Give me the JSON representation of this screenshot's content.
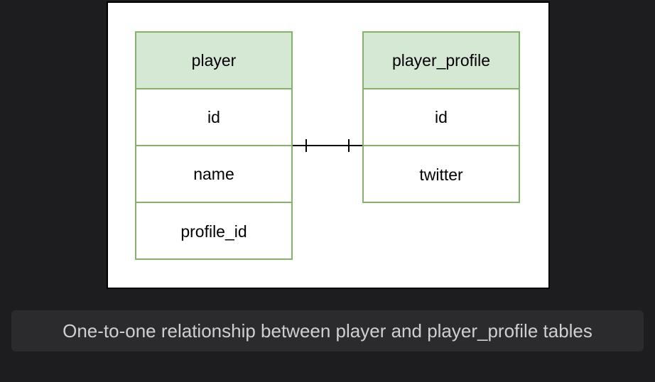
{
  "diagram": {
    "entities": [
      {
        "title": "player",
        "fields": [
          "id",
          "name",
          "profile_id"
        ]
      },
      {
        "title": "player_profile",
        "fields": [
          "id",
          "twitter"
        ]
      }
    ],
    "relationship": {
      "type": "one-to-one",
      "from": "player",
      "to": "player_profile"
    },
    "colors": {
      "header_fill": "#d5e8d4",
      "border": "#82b366",
      "page_background": "#1d1d1f",
      "caption_background": "#2b2b2e"
    }
  },
  "caption": "One-to-one relationship between player and player_profile tables"
}
